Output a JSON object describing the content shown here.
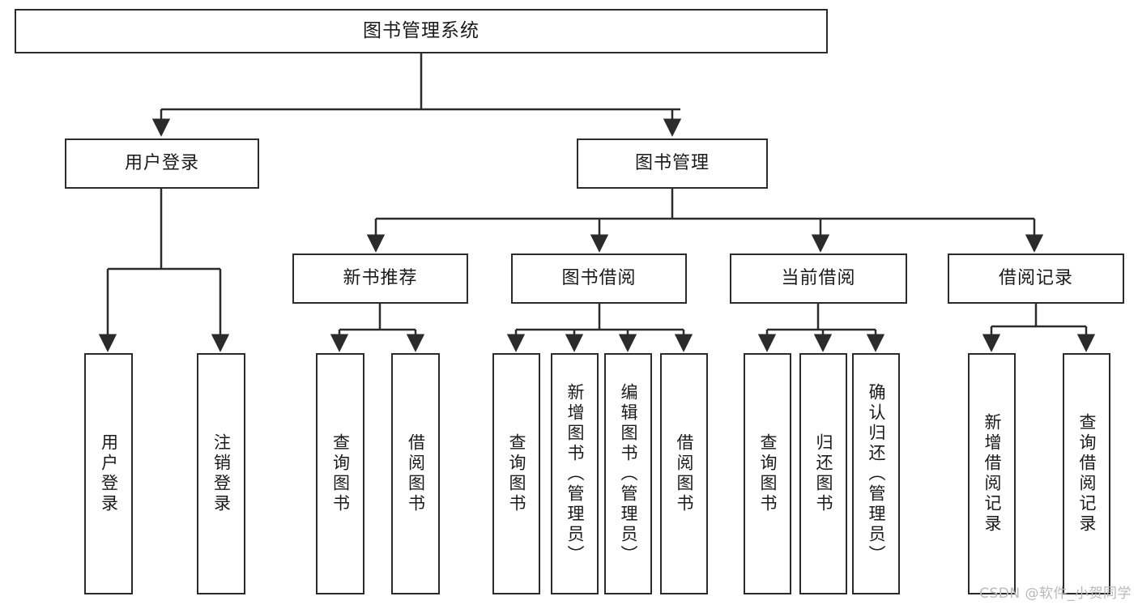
{
  "diagram": {
    "type": "tree-hierarchy",
    "title": "图书管理系统",
    "watermark": "CSDN @软件_小贺同学",
    "colors": {
      "stroke": "#2b2b2b",
      "fill": "#ffffff",
      "text": "#1a1a1a",
      "watermark": "#b9b9b9"
    },
    "levels": {
      "root": {
        "label": "图书管理系统"
      },
      "level2": [
        {
          "label": "用户登录"
        },
        {
          "label": "图书管理"
        }
      ],
      "level3": [
        {
          "label": "新书推荐"
        },
        {
          "label": "图书借阅"
        },
        {
          "label": "当前借阅"
        },
        {
          "label": "借阅记录"
        }
      ],
      "leaves": [
        {
          "label": "用户登录",
          "parent": "用户登录"
        },
        {
          "label": "注销登录",
          "parent": "用户登录"
        },
        {
          "label": "查询图书",
          "parent": "新书推荐"
        },
        {
          "label": "借阅图书",
          "parent": "新书推荐"
        },
        {
          "label": "查询图书",
          "parent": "图书借阅"
        },
        {
          "label": "新增图书（管理员）",
          "parent": "图书借阅"
        },
        {
          "label": "编辑图书（管理员）",
          "parent": "图书借阅"
        },
        {
          "label": "借阅图书",
          "parent": "图书借阅"
        },
        {
          "label": "查询图书",
          "parent": "当前借阅"
        },
        {
          "label": "归还图书",
          "parent": "当前借阅"
        },
        {
          "label": "确认归还（管理员）",
          "parent": "当前借阅"
        },
        {
          "label": "新增借阅记录",
          "parent": "借阅记录"
        },
        {
          "label": "查询借阅记录",
          "parent": "借阅记录"
        }
      ]
    }
  }
}
